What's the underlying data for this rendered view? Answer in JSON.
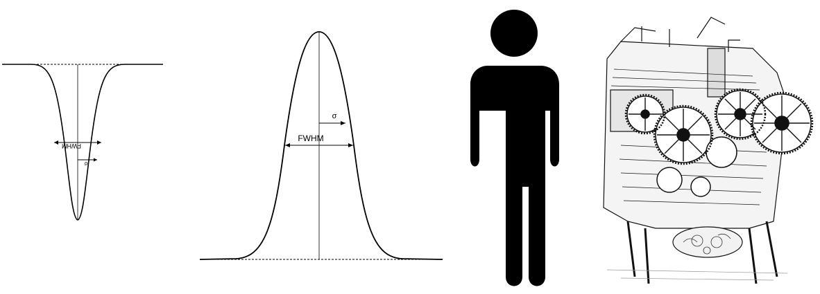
{
  "panels": {
    "inverted_gaussian": {
      "fwhm_label": "FWHM",
      "sigma_label": "σ",
      "fwhm_label_mirrored": true
    },
    "gaussian": {
      "fwhm_label": "FWHM",
      "sigma_label": "σ"
    },
    "person": {
      "icon": "person-silhouette-icon",
      "color": "#000000"
    },
    "machine": {
      "icon": "printing-press-engraving-icon"
    }
  }
}
